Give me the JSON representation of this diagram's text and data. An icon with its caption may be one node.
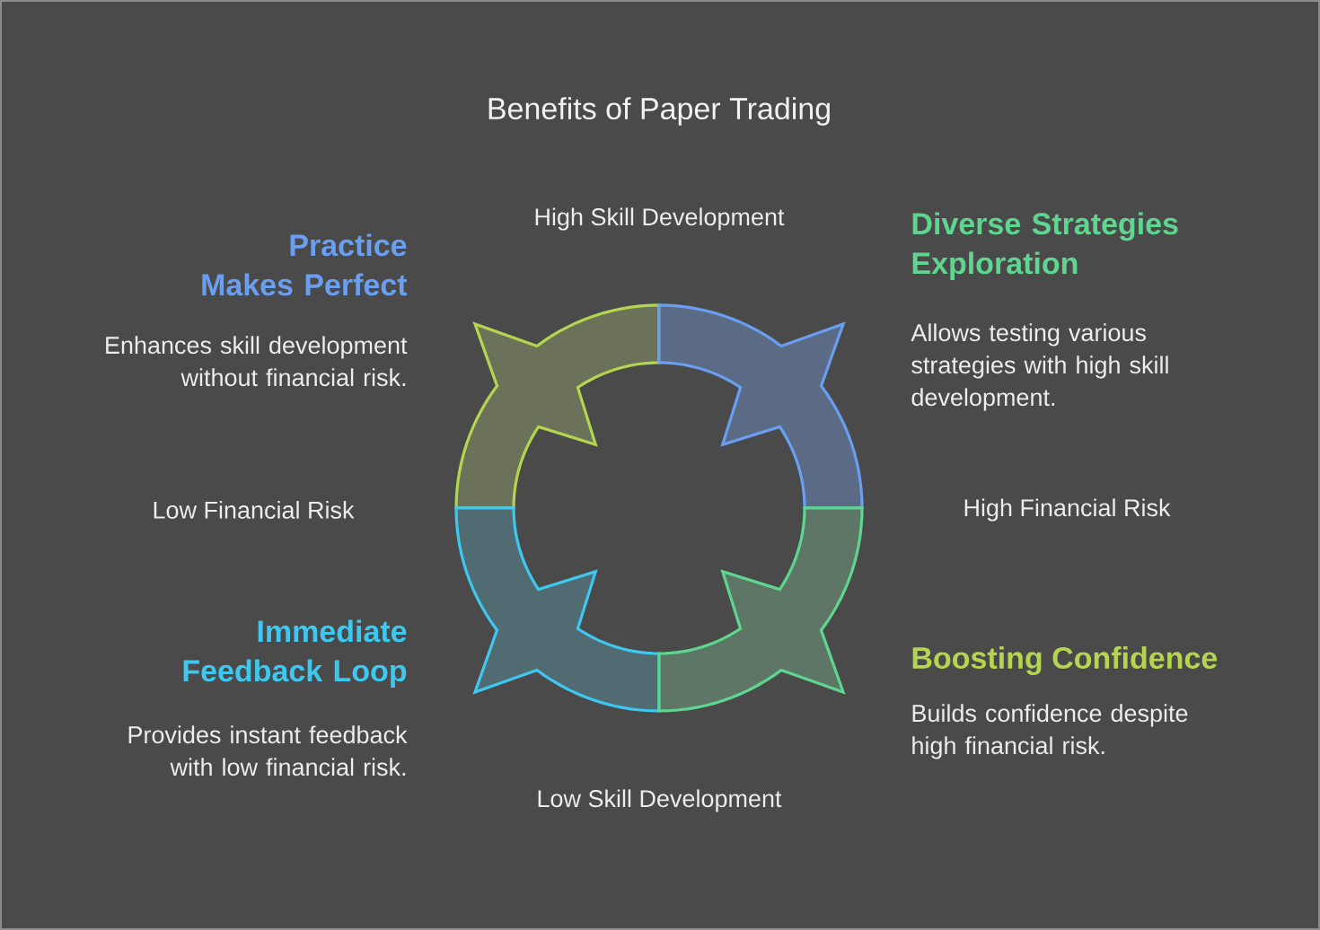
{
  "diagram": {
    "title": "Benefits of Paper Trading",
    "nodes": [
      {
        "text": [],
        "shape": "arrow"
      },
      {
        "text": [],
        "shape": "arrow"
      },
      {
        "text": [],
        "shape": "arrow"
      },
      {
        "text": [],
        "shape": "arrow"
      }
    ],
    "labels": [
      "High Skill Development",
      "Practice Makes Perfect",
      "Diverse Strategies Exploration",
      "Enhances skill development without financial risk.",
      "Allows testing various strategies with high skill development.",
      "Low Financial Risk",
      "High Financial Risk",
      "Immediate Feedback Loop",
      "Boosting Confidence",
      "Provides instant feedback with low financial risk.",
      "Builds confidence despite high financial risk.",
      "Low Skill Development"
    ]
  }
}
